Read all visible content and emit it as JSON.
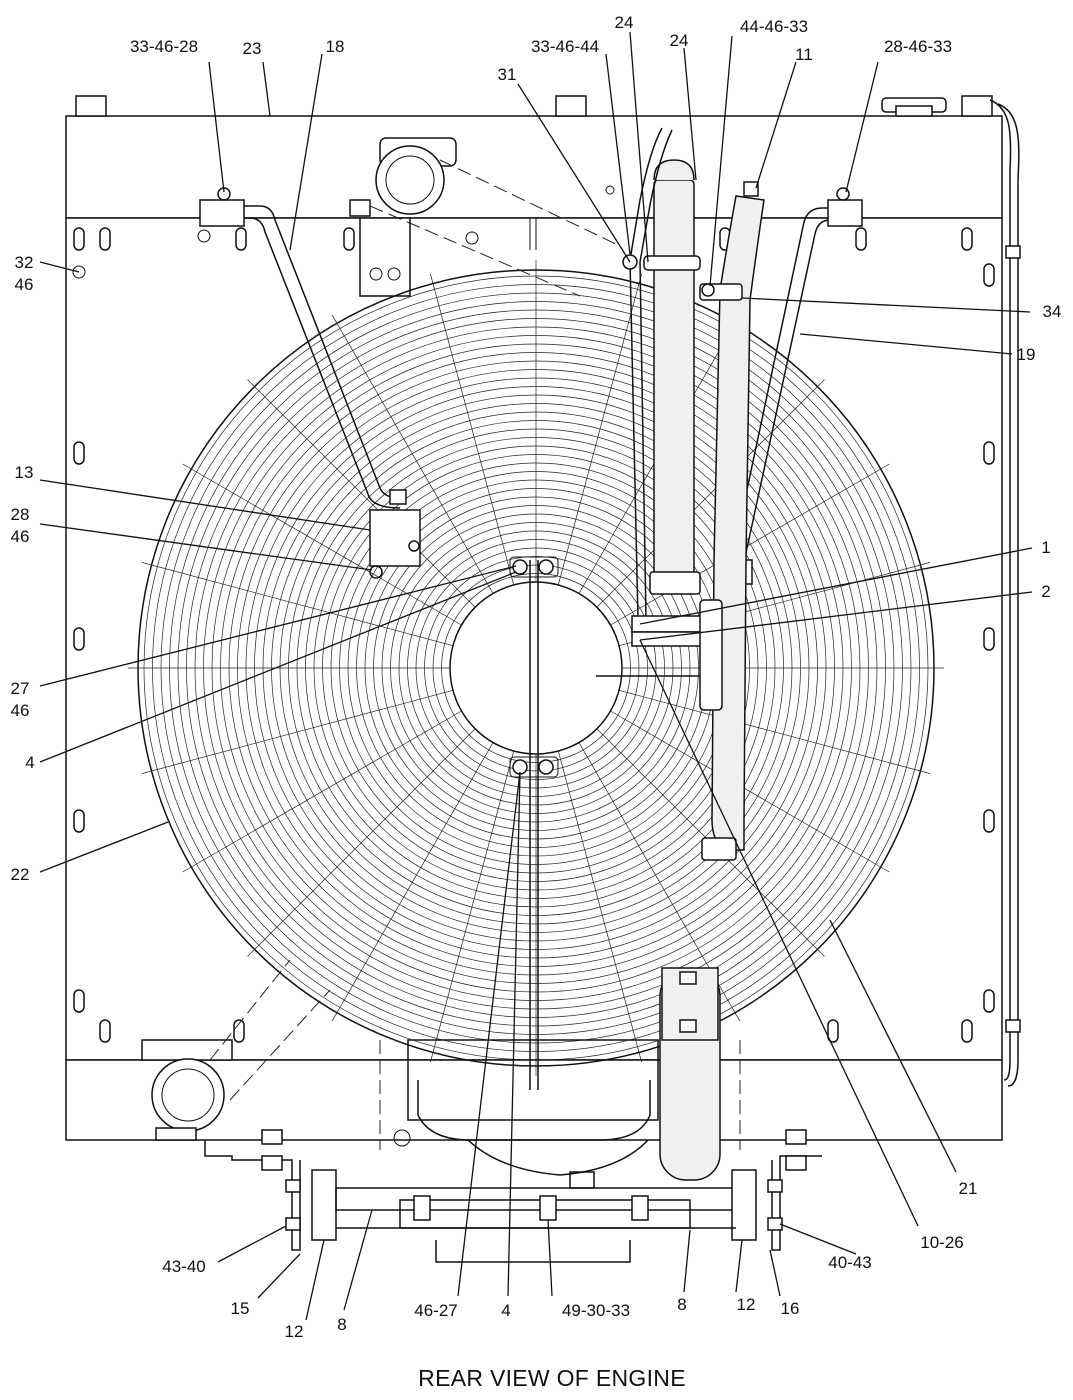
{
  "caption": "REAR VIEW OF ENGINE",
  "callouts": [
    {
      "key": "c_33_46_28",
      "text": "33-46-28"
    },
    {
      "key": "c_23",
      "text": "23"
    },
    {
      "key": "c_18",
      "text": "18"
    },
    {
      "key": "c_33_46_44",
      "text": "33-46-44"
    },
    {
      "key": "c_24a",
      "text": "24"
    },
    {
      "key": "c_24b",
      "text": "24"
    },
    {
      "key": "c_44_46_33",
      "text": "44-46-33"
    },
    {
      "key": "c_11",
      "text": "11"
    },
    {
      "key": "c_28_46_33",
      "text": "28-46-33"
    },
    {
      "key": "c_31",
      "text": "31"
    },
    {
      "key": "c_32",
      "text": "32"
    },
    {
      "key": "c_46_top",
      "text": "46"
    },
    {
      "key": "c_34",
      "text": "34"
    },
    {
      "key": "c_19",
      "text": "19"
    },
    {
      "key": "c_13",
      "text": "13"
    },
    {
      "key": "c_28",
      "text": "28"
    },
    {
      "key": "c_46_mid",
      "text": "46"
    },
    {
      "key": "c_1",
      "text": "1"
    },
    {
      "key": "c_2",
      "text": "2"
    },
    {
      "key": "c_27",
      "text": "27"
    },
    {
      "key": "c_46_low",
      "text": "46"
    },
    {
      "key": "c_4_left",
      "text": "4"
    },
    {
      "key": "c_22",
      "text": "22"
    },
    {
      "key": "c_21",
      "text": "21"
    },
    {
      "key": "c_10_26",
      "text": "10-26"
    },
    {
      "key": "c_43_40",
      "text": "43-40"
    },
    {
      "key": "c_40_43",
      "text": "40-43"
    },
    {
      "key": "c_15",
      "text": "15"
    },
    {
      "key": "c_12_left",
      "text": "12"
    },
    {
      "key": "c_8_left",
      "text": "8"
    },
    {
      "key": "c_46_27",
      "text": "46-27"
    },
    {
      "key": "c_4_bottom",
      "text": "4"
    },
    {
      "key": "c_49_30_33",
      "text": "49-30-33"
    },
    {
      "key": "c_8_right",
      "text": "8"
    },
    {
      "key": "c_12_right",
      "text": "12"
    },
    {
      "key": "c_16",
      "text": "16"
    }
  ]
}
